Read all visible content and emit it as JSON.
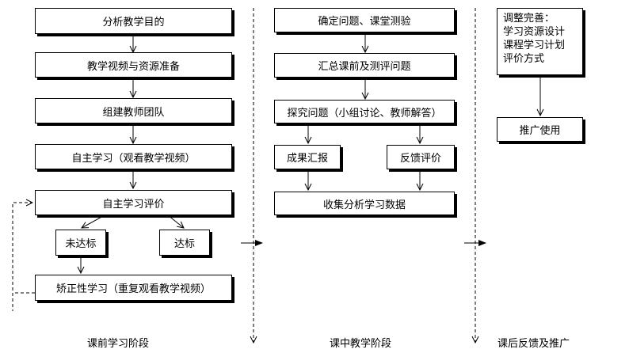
{
  "stage1": {
    "goal": "分析教学目的",
    "video_prep": "教学视频与资源准备",
    "team": "组建教师团队",
    "self_study": "自主学习（观看教学视频）",
    "self_eval": "自主学习评价",
    "not_met": "未达标",
    "met": "达标",
    "remedial": "矫正性学习（重复观看教学视频）",
    "label": "课前学习阶段"
  },
  "stage2": {
    "identify": "确定问题、课堂测验",
    "summarize": "汇总课前及测评问题",
    "explore": "探究问题（小组讨论、教师解答）",
    "report": "成果汇报",
    "feedback": "反馈评价",
    "collect": "收集分析学习数据",
    "label": "课中教学阶段"
  },
  "stage3": {
    "adjust_lines": [
      "调整完善：",
      "学习资源设计",
      "课程学习计划",
      "评价方式"
    ],
    "promote": "推广使用",
    "label": "课后反馈及推广"
  }
}
